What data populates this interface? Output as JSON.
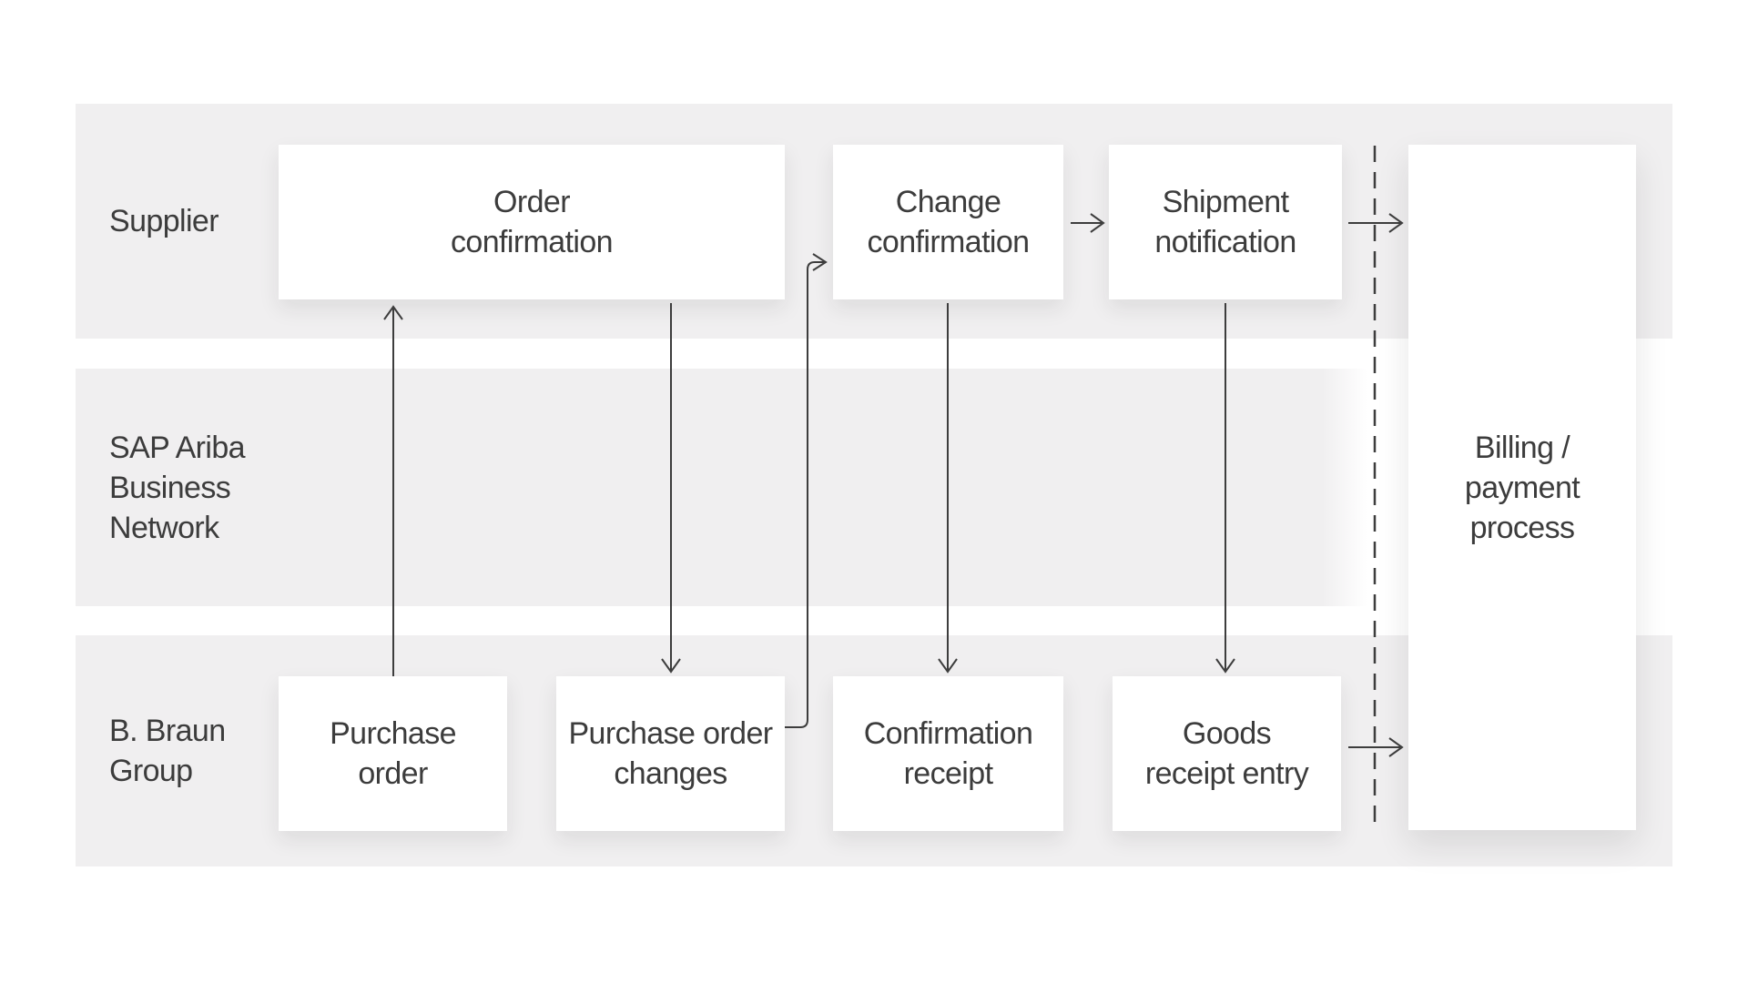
{
  "diagram": {
    "lanes": [
      {
        "id": "supplier",
        "lines": [
          "Supplier"
        ]
      },
      {
        "id": "sap-ariba-business-network",
        "lines": [
          "SAP Ariba",
          "Business",
          "Network"
        ]
      },
      {
        "id": "b-braun-group",
        "lines": [
          "B. Braun",
          "Group"
        ]
      }
    ],
    "boxes": {
      "order_confirmation": {
        "lines": [
          "Order",
          "confirmation"
        ]
      },
      "change_confirmation": {
        "lines": [
          "Change",
          "confirmation"
        ]
      },
      "shipment_notification": {
        "lines": [
          "Shipment",
          "notification"
        ]
      },
      "purchase_order": {
        "lines": [
          "Purchase",
          "order"
        ]
      },
      "purchase_order_changes": {
        "lines": [
          "Purchase order",
          "changes"
        ]
      },
      "confirmation_receipt": {
        "lines": [
          "Confirmation",
          "receipt"
        ]
      },
      "goods_receipt_entry": {
        "lines": [
          "Goods",
          "receipt entry"
        ]
      },
      "billing_payment_process": {
        "lines": [
          "Billing /",
          "payment",
          "process"
        ]
      }
    },
    "edges": [
      {
        "from": "purchase_order",
        "to": "order_confirmation",
        "direction": "up"
      },
      {
        "from": "order_confirmation",
        "to": "purchase_order_changes",
        "direction": "down"
      },
      {
        "from": "purchase_order_changes",
        "to": "change_confirmation",
        "direction": "up-right"
      },
      {
        "from": "change_confirmation",
        "to": "confirmation_receipt",
        "direction": "down"
      },
      {
        "from": "change_confirmation",
        "to": "shipment_notification",
        "direction": "right"
      },
      {
        "from": "shipment_notification",
        "to": "goods_receipt_entry",
        "direction": "down"
      },
      {
        "from": "shipment_notification",
        "to": "billing_payment_process",
        "direction": "right"
      },
      {
        "from": "goods_receipt_entry",
        "to": "billing_payment_process",
        "direction": "right"
      }
    ],
    "colors": {
      "lane_bg": "#f0eff0",
      "box_bg": "#ffffff",
      "text": "#3c3c3c",
      "arrow": "#3d3d3d",
      "page_bg": "#ffffff"
    }
  }
}
